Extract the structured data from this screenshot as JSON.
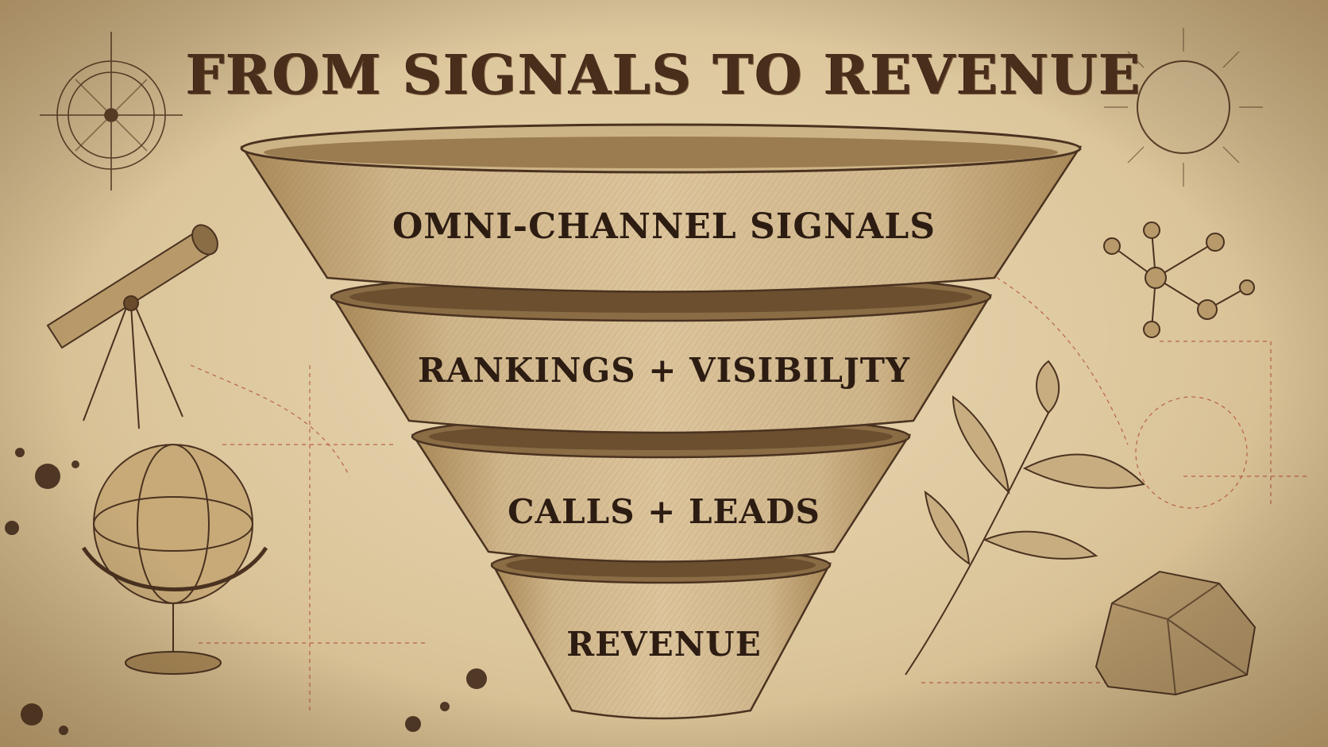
{
  "title": "FROM SIGNALS TO REVENUE",
  "funnel": {
    "stages": [
      {
        "label": "OMNI-CHANNEL SIGNALS"
      },
      {
        "label": "RANKINGS + VISIBILJTY"
      },
      {
        "label": "CALLS + LEADS"
      },
      {
        "label": "REVENUE"
      }
    ]
  },
  "colors": {
    "parchment": "#e4d2ab",
    "ink": "#4a2e1c",
    "funnel_fill": "#cdb487",
    "funnel_rim": "#b0925f",
    "accent_red": "#a8362c"
  },
  "decorations": [
    "compass-icon",
    "telescope-icon",
    "globe-icon",
    "sun-icon",
    "molecule-icon",
    "leaf-branch-icon",
    "rock-icon",
    "ink-splatter-icon"
  ]
}
